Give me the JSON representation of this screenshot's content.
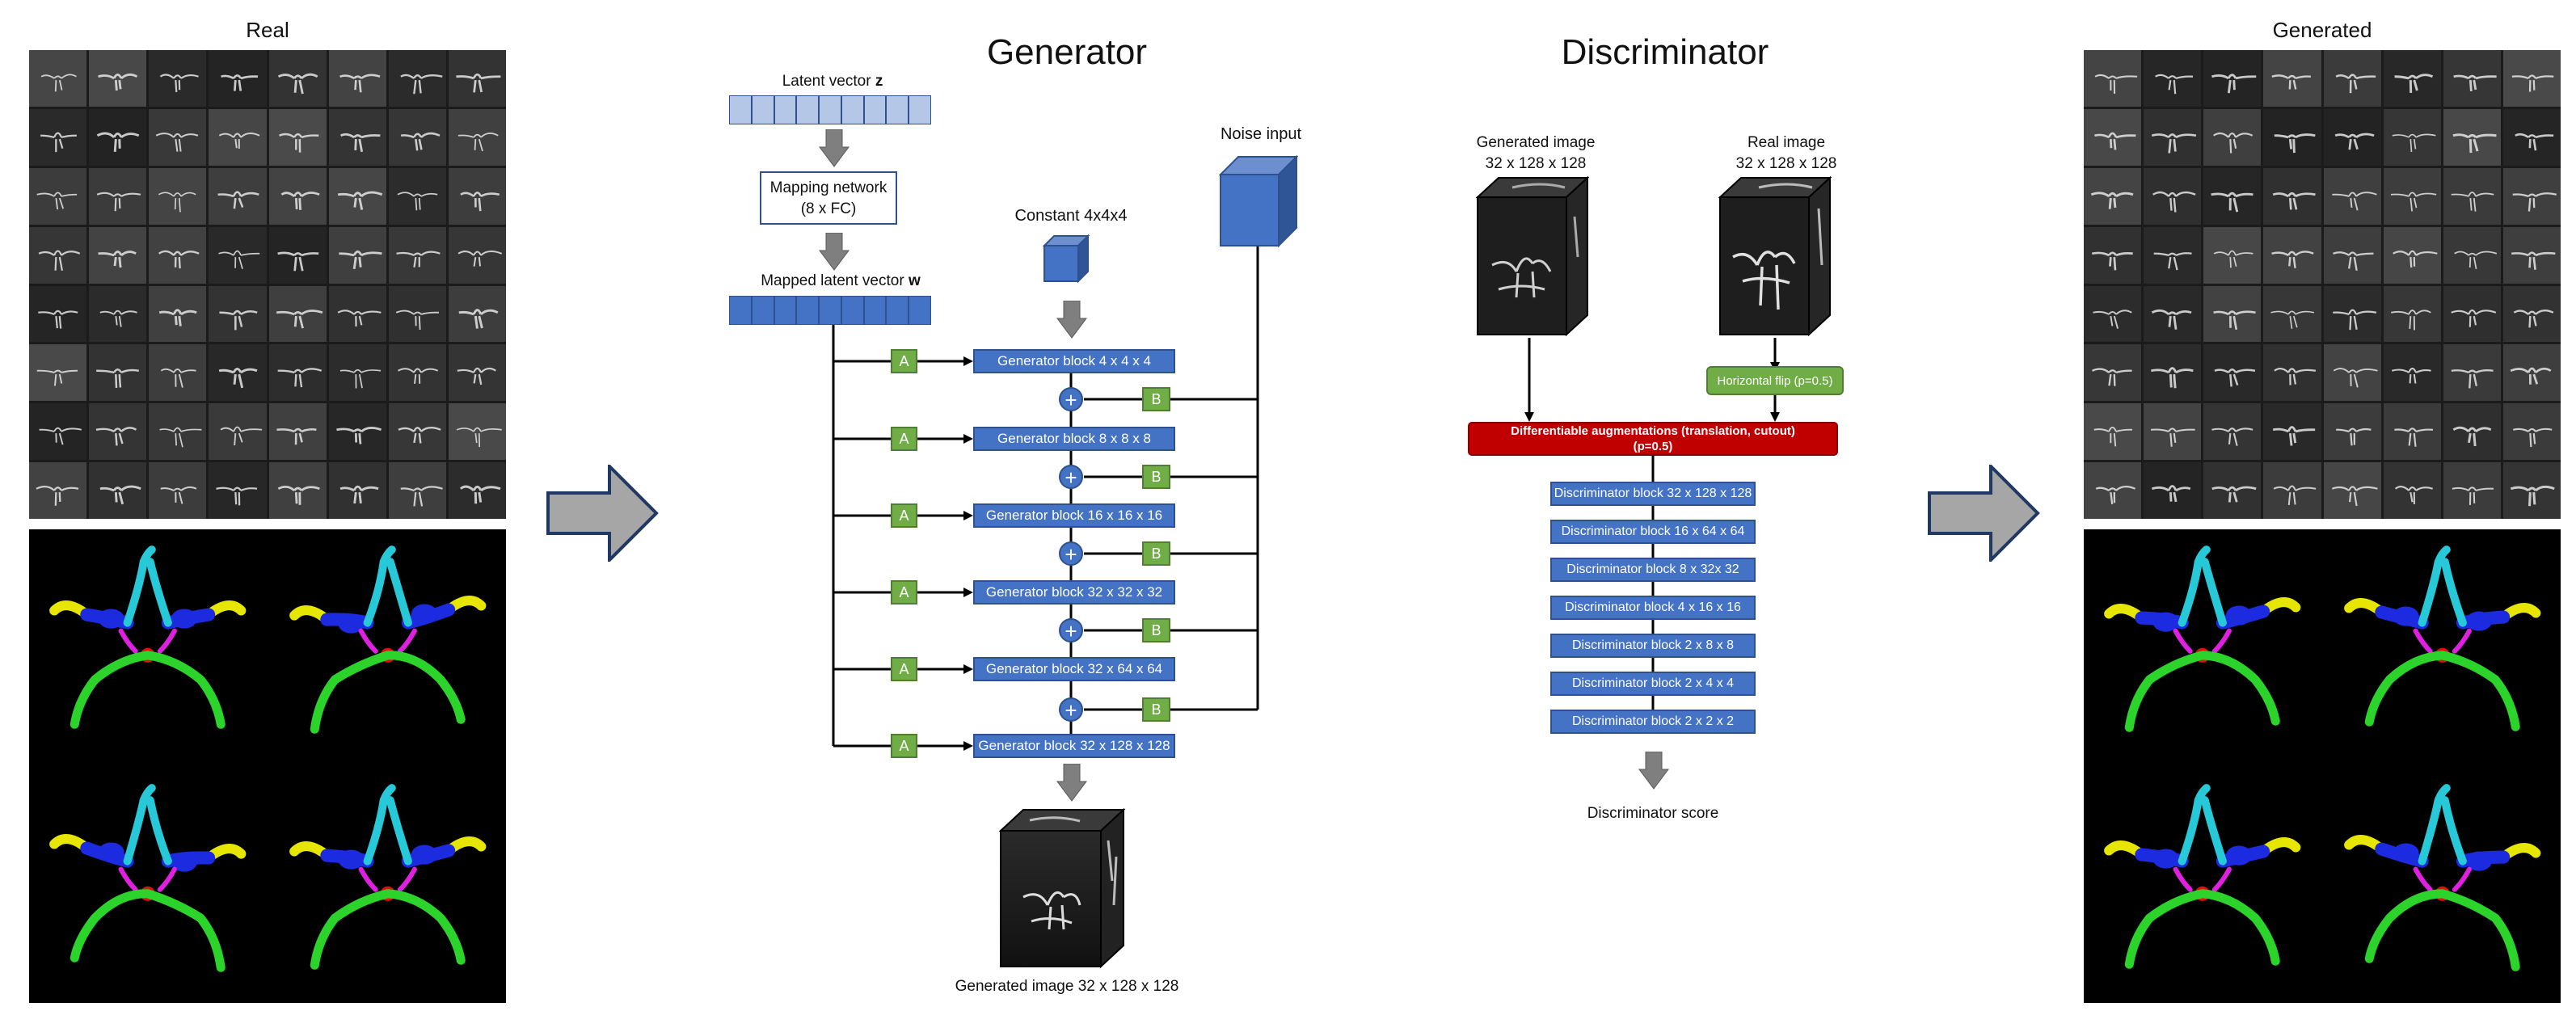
{
  "panels": {
    "real_title": "Real",
    "generated_title": "Generated"
  },
  "generator": {
    "title": "Generator",
    "latent_vector_label": "Latent vector",
    "latent_vector_symbol": "z",
    "mapping_network_line1": "Mapping network",
    "mapping_network_line2": "(8 x FC)",
    "mapped_latent_label": "Mapped latent vector",
    "mapped_latent_symbol": "w",
    "constant_label": "Constant 4x4x4",
    "noise_label": "Noise input",
    "style_tag": "A",
    "noise_tag": "B",
    "plus_symbol": "+",
    "blocks": [
      "Generator block 4 x 4 x 4",
      "Generator block 8 x 8 x 8",
      "Generator block 16 x 16 x 16",
      "Generator block 32 x 32 x 32",
      "Generator block 32 x 64 x 64",
      "Generator block 32 x 128 x 128"
    ],
    "output_label": "Generated image 32 x 128 x 128"
  },
  "discriminator": {
    "title": "Discriminator",
    "generated_image_line1": "Generated image",
    "generated_image_line2": "32 x 128 x 128",
    "real_image_line1": "Real image",
    "real_image_line2": "32 x 128 x 128",
    "flip_label": "Horizontal flip (p=0.5)",
    "aug_line1": "Differentiable augmentations (translation, cutout)",
    "aug_line2": "(p=0.5)",
    "blocks": [
      "Discriminator block 32 x 128 x 128",
      "Discriminator block 16 x 64 x 64",
      "Discriminator block 8 x 32x 32",
      "Discriminator block 4 x 16 x 16",
      "Discriminator block 2 x 8 x 8",
      "Discriminator block 2 x 4 x 4",
      "Discriminator block 2 x 2 x 2"
    ],
    "score_label": "Discriminator score"
  },
  "colors": {
    "block_blue": "#4472c4",
    "light_blue": "#b4c7e7",
    "green_box": "#70ad47",
    "aug_red": "#c00000",
    "arrow_gray": "#7f7f7f",
    "vessel_yellow": "#e6e600",
    "vessel_blue": "#1c2be0",
    "vessel_cyan": "#27c9d8",
    "vessel_green": "#2bd32b",
    "vessel_magenta": "#e020e0",
    "vessel_red": "#e01010"
  }
}
